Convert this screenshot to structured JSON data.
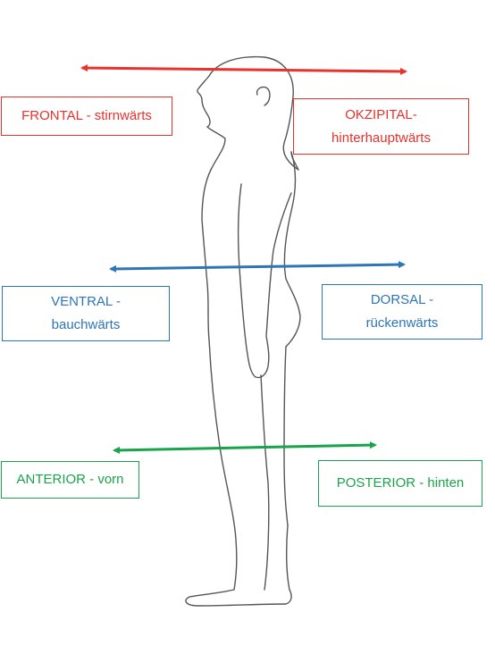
{
  "colors": {
    "frontal_occipital": "#e8322b",
    "ventral_dorsal": "#2e75b6",
    "anterior_posterior": "#19a34a",
    "figure_outline": "#555555"
  },
  "labels": {
    "frontal": "FRONTAL - stirnwärts",
    "okzipital_line1": "OKZIPITAL-",
    "okzipital_line2": "hinterhauptwärts",
    "ventral_line1": "VENTRAL -",
    "ventral_line2": "bauchwärts",
    "dorsal_line1": "DORSAL -",
    "dorsal_line2": "rückenwärts",
    "anterior": "ANTERIOR - vorn",
    "posterior": "POSTERIOR - hinten"
  }
}
